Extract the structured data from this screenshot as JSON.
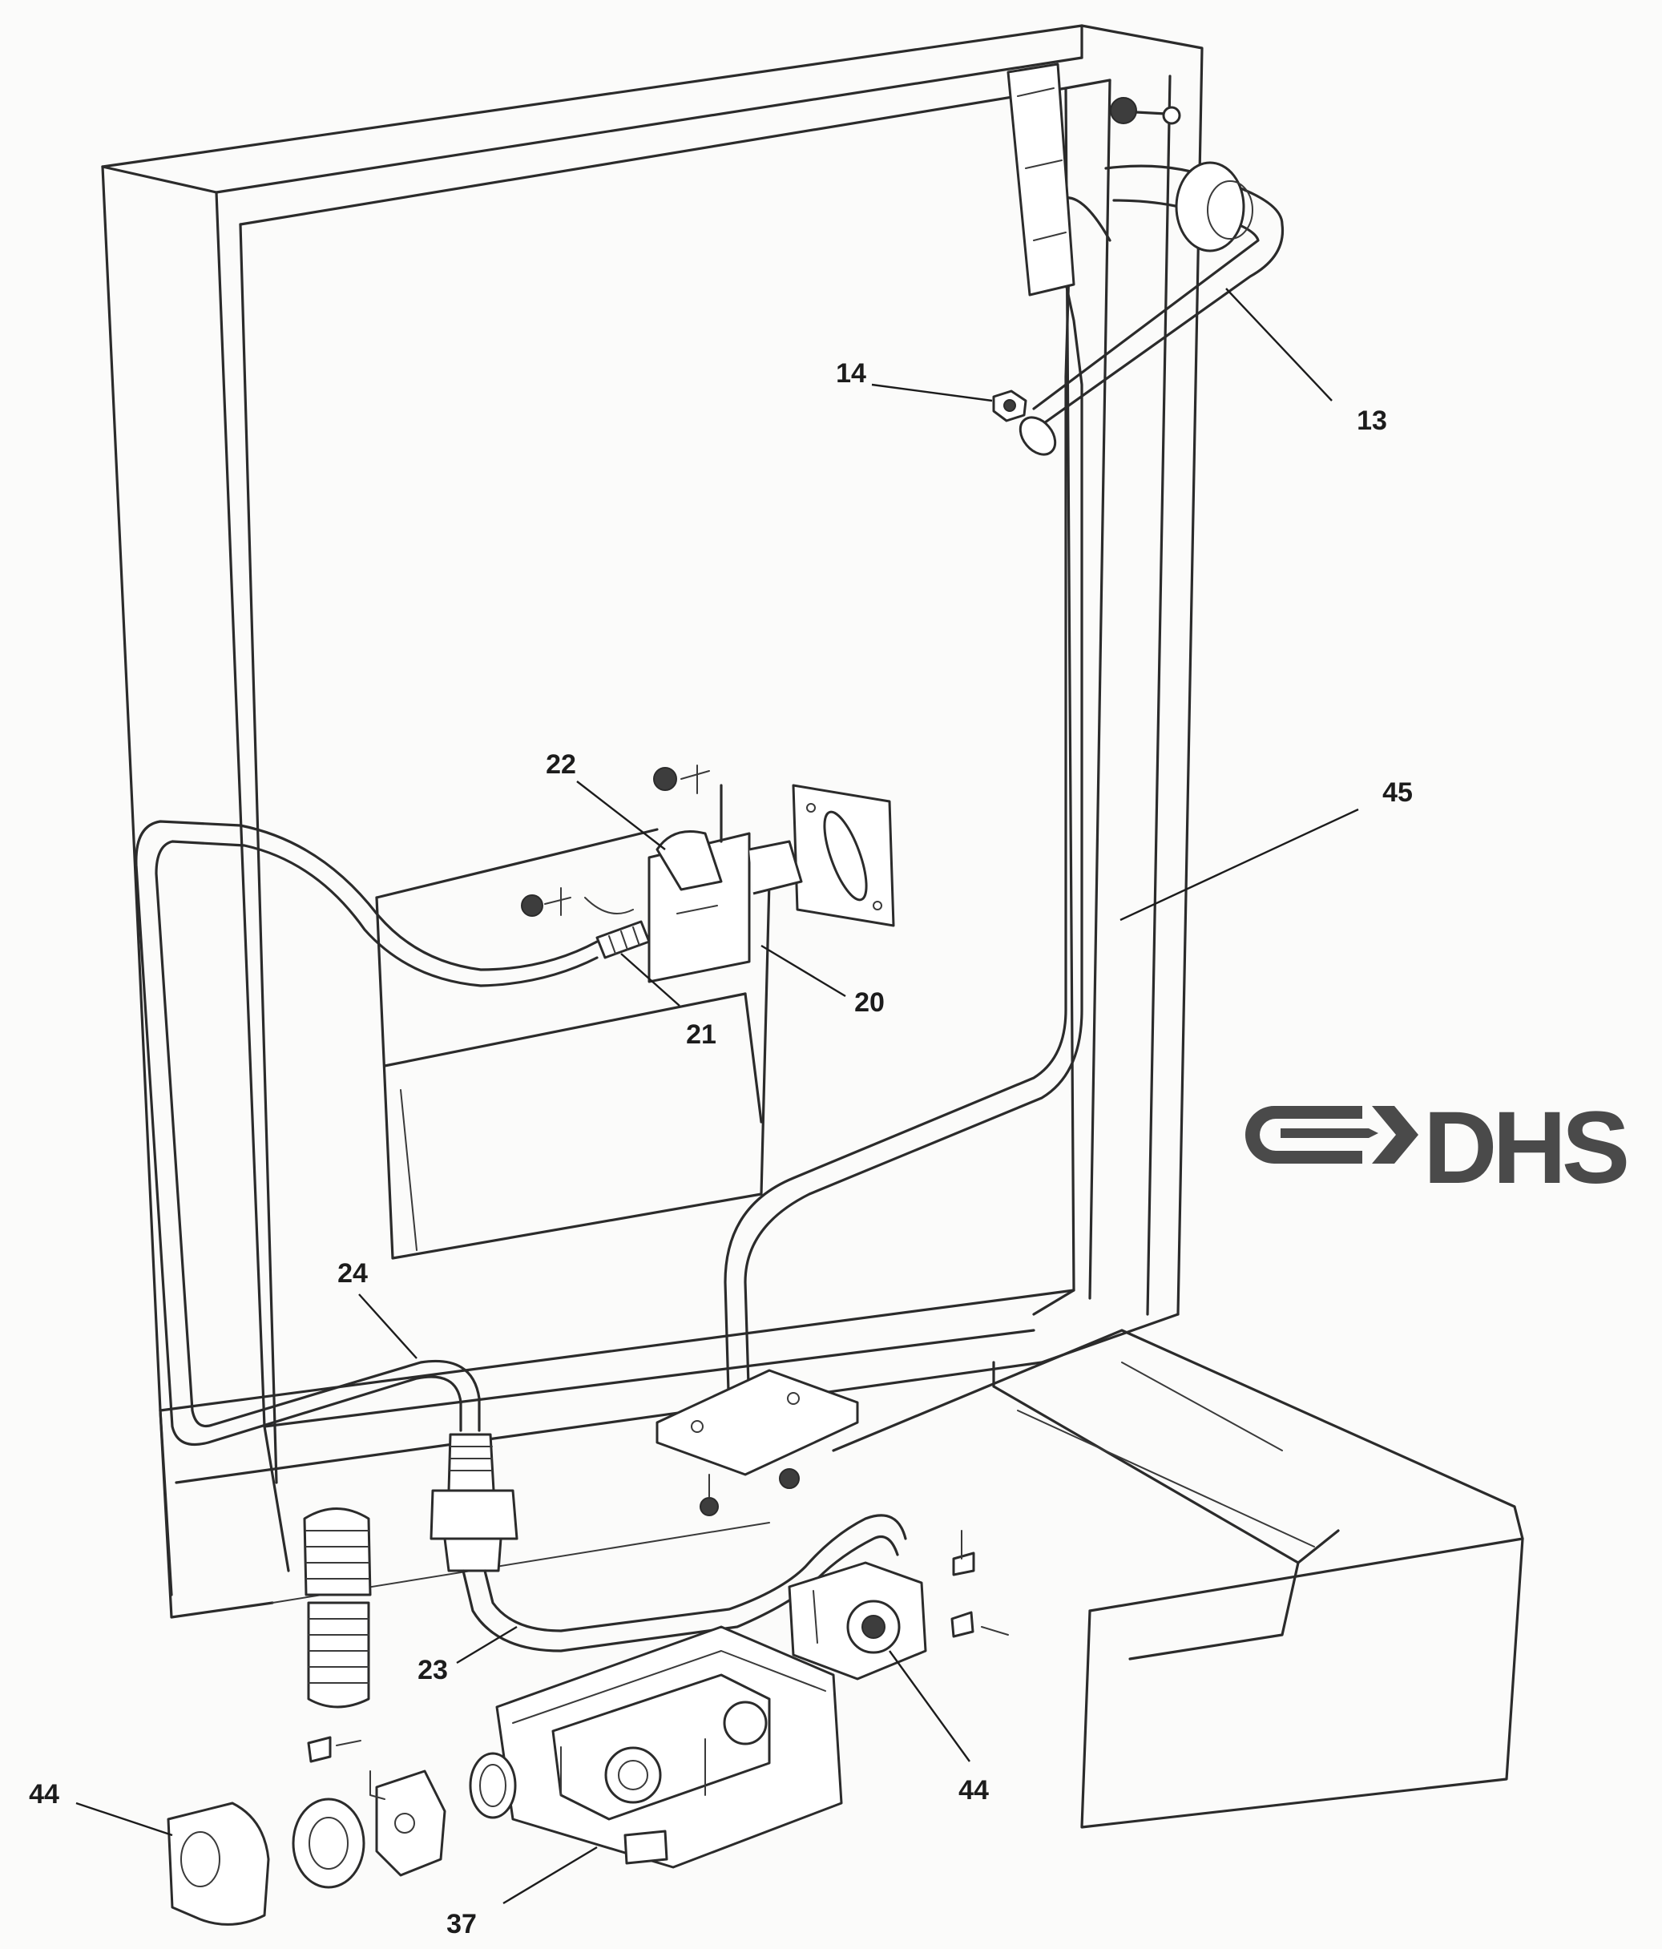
{
  "logo": {
    "text": "DHS",
    "color": "#4a4a4a"
  },
  "callouts": {
    "c13": "13",
    "c14": "14",
    "c20": "20",
    "c21": "21",
    "c22": "22",
    "c23": "23",
    "c24": "24",
    "c37": "37",
    "c44_left": "44",
    "c44_right": "44",
    "c45": "45"
  },
  "colors": {
    "line": "#2b2b2b",
    "paper": "#fbfbfa"
  }
}
